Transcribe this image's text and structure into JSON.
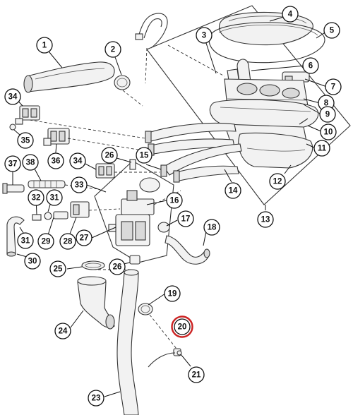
{
  "callouts": [
    {
      "id": "c1",
      "label": "1"
    },
    {
      "id": "c2",
      "label": "2"
    },
    {
      "id": "c3",
      "label": "3"
    },
    {
      "id": "c4",
      "label": "4"
    },
    {
      "id": "c5",
      "label": "5"
    },
    {
      "id": "c6",
      "label": "6"
    },
    {
      "id": "c7",
      "label": "7"
    },
    {
      "id": "c8",
      "label": "8"
    },
    {
      "id": "c9",
      "label": "9"
    },
    {
      "id": "c10",
      "label": "10"
    },
    {
      "id": "c11",
      "label": "11"
    },
    {
      "id": "c12",
      "label": "12"
    },
    {
      "id": "c13",
      "label": "13"
    },
    {
      "id": "c14",
      "label": "14"
    },
    {
      "id": "c15",
      "label": "15"
    },
    {
      "id": "c16",
      "label": "16"
    },
    {
      "id": "c17",
      "label": "17"
    },
    {
      "id": "c18",
      "label": "18"
    },
    {
      "id": "c19",
      "label": "19"
    },
    {
      "id": "c20",
      "label": "20"
    },
    {
      "id": "c21",
      "label": "21"
    },
    {
      "id": "c23",
      "label": "23"
    },
    {
      "id": "c24",
      "label": "24"
    },
    {
      "id": "c25",
      "label": "25"
    },
    {
      "id": "c26a",
      "label": "26"
    },
    {
      "id": "c26b",
      "label": "26"
    },
    {
      "id": "c27",
      "label": "27"
    },
    {
      "id": "c28",
      "label": "28"
    },
    {
      "id": "c29",
      "label": "29"
    },
    {
      "id": "c30",
      "label": "30"
    },
    {
      "id": "c31a",
      "label": "31"
    },
    {
      "id": "c31b",
      "label": "31"
    },
    {
      "id": "c32",
      "label": "32"
    },
    {
      "id": "c33",
      "label": "33"
    },
    {
      "id": "c34a",
      "label": "34"
    },
    {
      "id": "c34b",
      "label": "34"
    },
    {
      "id": "c35",
      "label": "35"
    },
    {
      "id": "c36",
      "label": "36"
    },
    {
      "id": "c37",
      "label": "37"
    },
    {
      "id": "c38",
      "label": "38"
    }
  ],
  "highlight": {
    "callout": "c20",
    "color": "#cc2222"
  },
  "colors": {
    "ink": "#333333",
    "fill": "#f2f2f2"
  }
}
